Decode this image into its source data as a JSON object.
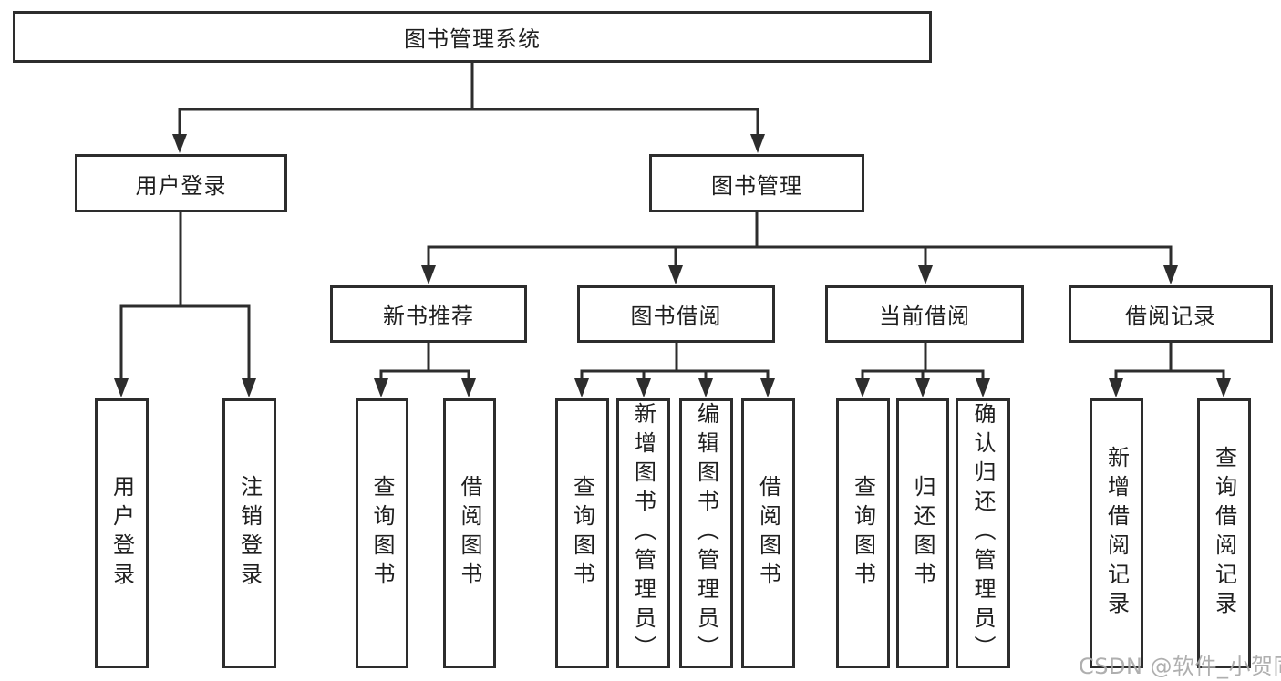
{
  "diagram": {
    "root": {
      "label": "图书管理系统"
    },
    "level2": [
      {
        "label": "用户登录",
        "children": [
          {
            "label": "用户登录"
          },
          {
            "label": "注销登录"
          }
        ]
      },
      {
        "label": "图书管理",
        "children": [
          {
            "label": "新书推荐",
            "children": [
              {
                "label": "查询图书"
              },
              {
                "label": "借阅图书"
              }
            ]
          },
          {
            "label": "图书借阅",
            "children": [
              {
                "label": "查询图书"
              },
              {
                "label": "新增图书（管理员）"
              },
              {
                "label": "编辑图书（管理员）"
              },
              {
                "label": "借阅图书"
              }
            ]
          },
          {
            "label": "当前借阅",
            "children": [
              {
                "label": "查询图书"
              },
              {
                "label": "归还图书"
              },
              {
                "label": "确认归还（管理员）"
              }
            ]
          },
          {
            "label": "借阅记录",
            "children": [
              {
                "label": "新增借阅记录"
              },
              {
                "label": "查询借阅记录"
              }
            ]
          }
        ]
      }
    ]
  },
  "watermark": {
    "text": "CSDN @软件_小贺同学"
  },
  "colors": {
    "line": "#2d2d2d",
    "box_border": "#2d2d2d",
    "box_fill": "#ffffff",
    "text": "#1f1f1f",
    "watermark": "#a8a8a8",
    "background": "#ffffff"
  }
}
